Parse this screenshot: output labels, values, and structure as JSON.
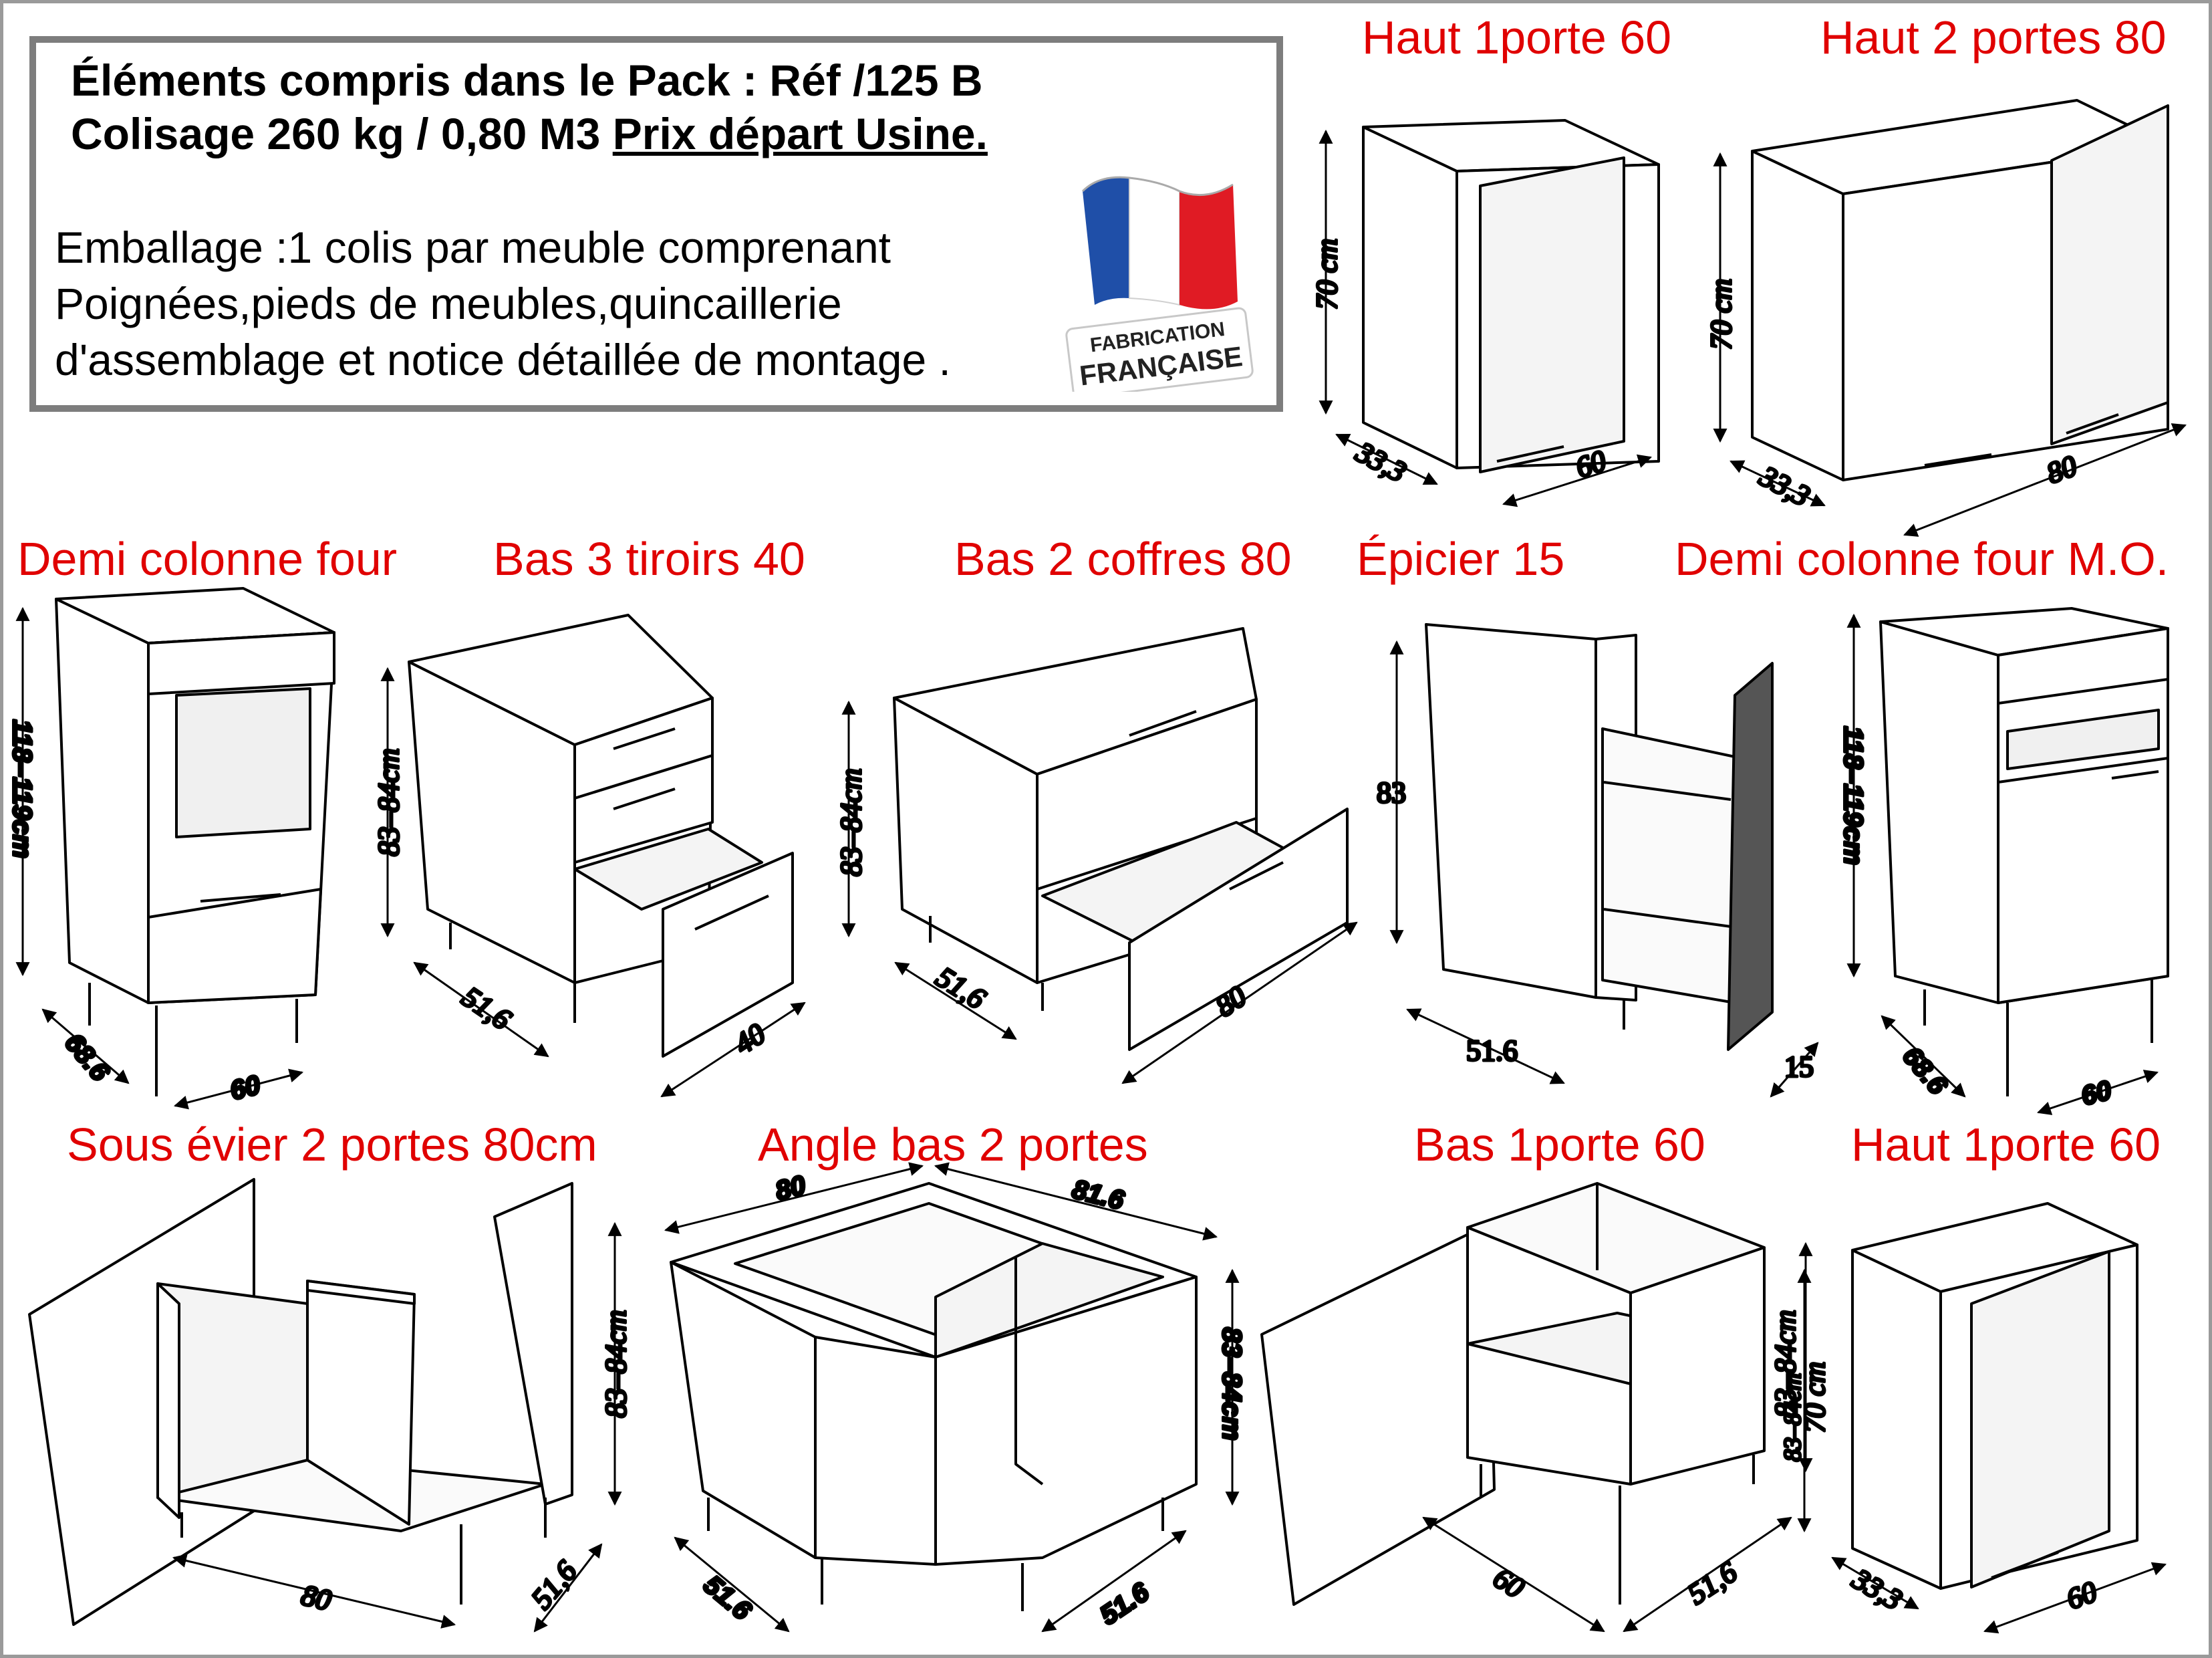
{
  "info": {
    "line1": "Éléments compris dans le Pack : Réf /125 B",
    "line2_plain": "Colisage 260 kg / 0,80 M3 ",
    "line2_underlined": "Prix départ Usine.",
    "desc_lines": [
      "Emballage :1 colis par meuble comprenant",
      "Poignées,pieds de meubles,quincaillerie",
      "d'assemblage et notice détaillée de montage ."
    ],
    "badge_line1": "FABRICATION",
    "badge_line2": "FRANÇAISE",
    "flag_colors": [
      "#1f4fa8",
      "#ffffff",
      "#e01b24"
    ]
  },
  "title_color": "#e00000",
  "cabinets": [
    {
      "title": "Haut 1porte 60",
      "dims": [
        "70 cm",
        "33,3",
        "60"
      ]
    },
    {
      "title": "Haut 2 portes 80",
      "dims": [
        "70 cm",
        "33,3",
        "80"
      ]
    },
    {
      "title": "Demi colonne four",
      "dims": [
        "118–119cm",
        "68.6",
        "60"
      ]
    },
    {
      "title": "Bas 3 tiroirs 40",
      "dims": [
        "83–84cm",
        "51,6",
        "40"
      ]
    },
    {
      "title": "Bas 2 coffres 80",
      "dims": [
        "83–84cm",
        "51,6",
        "80"
      ]
    },
    {
      "title": "Épicier 15",
      "dims": [
        "83",
        "51.6",
        "15"
      ]
    },
    {
      "title": "Demi colonne four M.O.",
      "dims": [
        "118–119cm",
        "68.6",
        "60"
      ]
    },
    {
      "title": "Sous évier 2 portes 80cm",
      "dims": [
        "83–84cm",
        "51,6",
        "80"
      ]
    },
    {
      "title": "Angle bas 2 portes",
      "dims": [
        "80",
        "81.6",
        "83–84cm",
        "51.6",
        "51.6"
      ]
    },
    {
      "title": "Bas 1porte 60",
      "dims": [
        "83–84cm",
        "60",
        "51,6"
      ]
    },
    {
      "title": "Haut 1porte 60",
      "dims": [
        "83–84cm",
        "70 cm",
        "33,3",
        "60"
      ]
    }
  ]
}
